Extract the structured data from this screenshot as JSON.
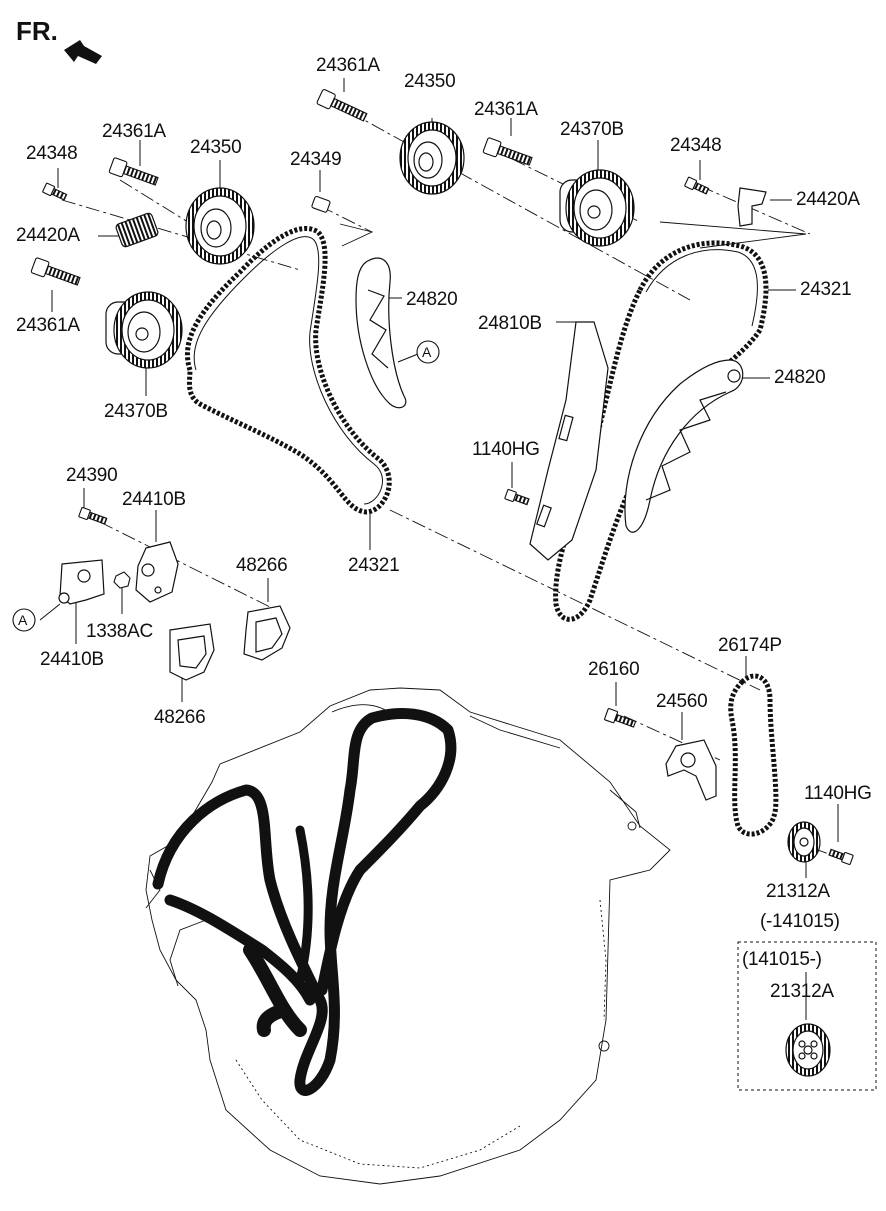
{
  "header": {
    "direction_label": "FR."
  },
  "callouts": {
    "a_left": "A",
    "a_right": "A"
  },
  "parts": {
    "p24361A_top": "24361A",
    "p24350_top": "24350",
    "p24361A_mid": "24361A",
    "p24370B_top": "24370B",
    "p24348_right": "24348",
    "p24420A_right": "24420A",
    "p24348_left": "24348",
    "p24361A_left": "24361A",
    "p24350_left": "24350",
    "p24349": "24349",
    "p24420A_left": "24420A",
    "p24361A_low": "24361A",
    "p24370B_left": "24370B",
    "p24820_left": "24820",
    "p24321_right": "24321",
    "p24810B": "24810B",
    "p24820_right": "24820",
    "p1140HG_mid": "1140HG",
    "p24321_mid": "24321",
    "p24390": "24390",
    "p24410B_top": "24410B",
    "p48266_top": "48266",
    "p1338AC": "1338AC",
    "p24410B_bottom": "24410B",
    "p48266_bottom": "48266",
    "p26174P": "26174P",
    "p26160": "26160",
    "p24560": "24560",
    "p1140HG_right": "1140HG",
    "p21312A_first": "21312A",
    "p21312A_range1": "(-141015)",
    "p21312A_range2": "(141015-)",
    "p21312A_second": "21312A"
  },
  "colors": {
    "line": "#111111",
    "fill": "#ffffff",
    "chain_dark": "#111111"
  }
}
